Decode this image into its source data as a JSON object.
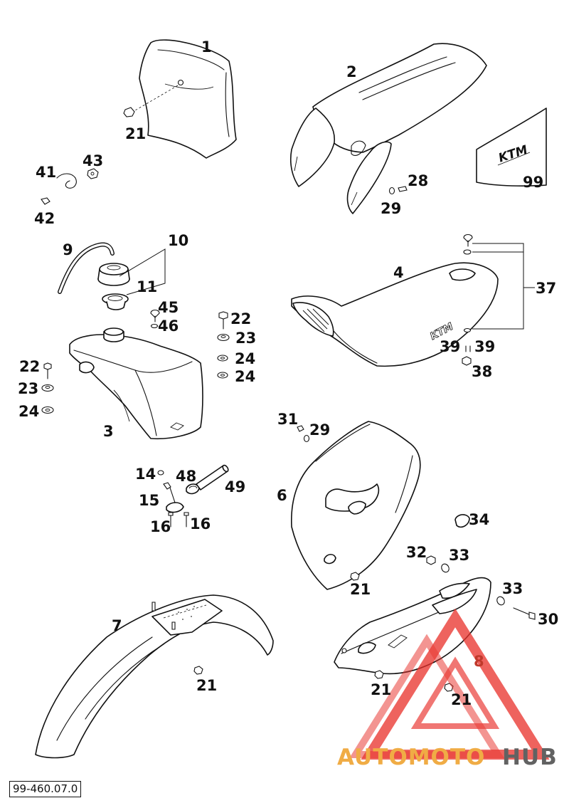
{
  "drawing_number": "99-460.07.0",
  "watermark": {
    "part1": "AUTOMOTO",
    "part2": "HUB",
    "accent_color": "#e8322c",
    "orange": "#f0a83c",
    "gray": "#5a5a5a"
  },
  "tank_logo": "KTM",
  "seat_logo": "KTM",
  "callouts": {
    "c1": "1",
    "c2": "2",
    "c3": "3",
    "c4": "4",
    "c6": "6",
    "c7": "7",
    "c8": "8",
    "c9": "9",
    "c10": "10",
    "c11": "11",
    "c14": "14",
    "c15": "15",
    "c16a": "16",
    "c16b": "16",
    "c21a": "21",
    "c21b": "21",
    "c21c": "21",
    "c21d": "21",
    "c21e": "21",
    "c22a": "22",
    "c22b": "22",
    "c23a": "23",
    "c23b": "23",
    "c24a": "24",
    "c24b": "24",
    "c24c": "24",
    "c28": "28",
    "c29a": "29",
    "c29b": "29",
    "c30": "30",
    "c31": "31",
    "c32": "32",
    "c33a": "33",
    "c33b": "33",
    "c34": "34",
    "c37": "37",
    "c38": "38",
    "c39a": "39",
    "c39b": "39",
    "c41": "41",
    "c42": "42",
    "c43": "43",
    "c45": "45",
    "c46": "46",
    "c48": "48",
    "c49": "49",
    "c99": "99"
  }
}
